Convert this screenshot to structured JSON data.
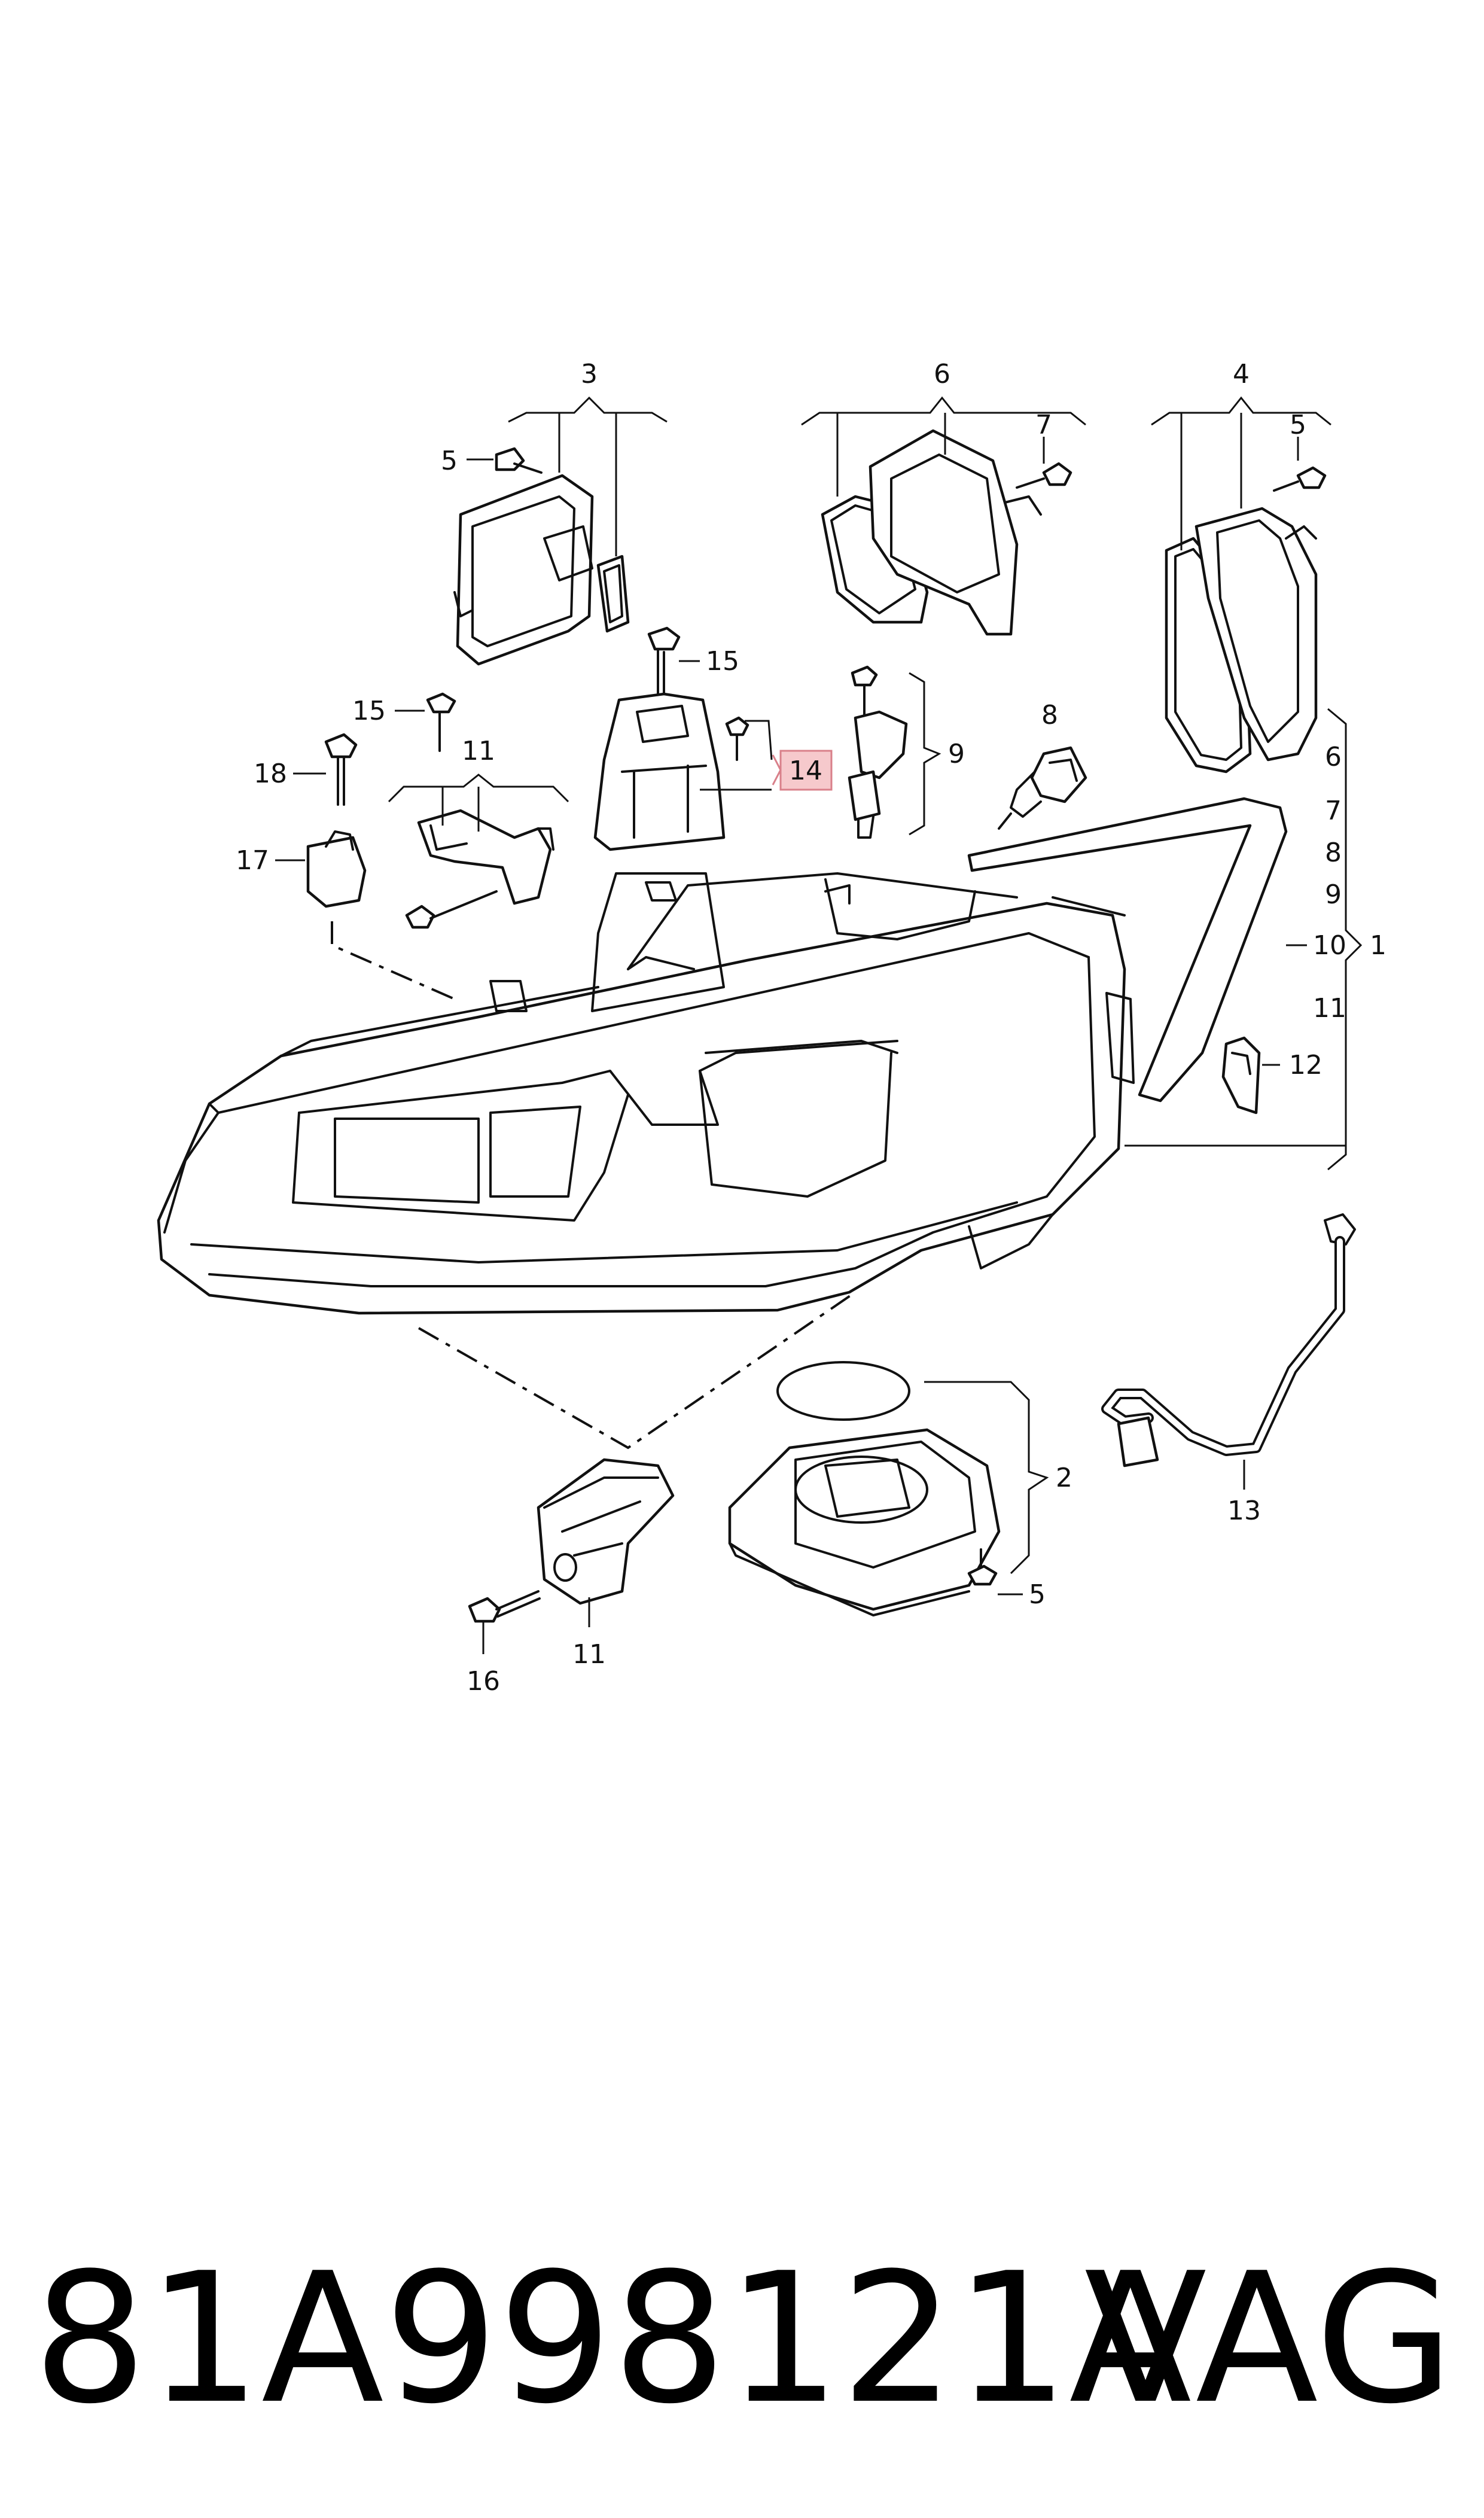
{
  "callouts": {
    "c1": "1",
    "c2": "2",
    "c3": "3",
    "c4": "4",
    "c5a": "5",
    "c5b": "5",
    "c5c": "5",
    "c6a": "6",
    "c6b": "6",
    "c7a": "7",
    "c7b": "7",
    "c8a": "8",
    "c8b": "8",
    "c9a": "9",
    "c9b": "9",
    "c10": "10",
    "c11a": "11",
    "c11b": "11",
    "c11c": "11",
    "c12": "12",
    "c13": "13",
    "c14": "14",
    "c15a": "15",
    "c15b": "15",
    "c16": "16",
    "c17": "17",
    "c18": "18"
  },
  "highlight": {
    "part": "14",
    "color": "#f6c9cc",
    "border": "#d9808a"
  },
  "footer": {
    "part_number": "81A998121A",
    "brand": "VAG"
  }
}
